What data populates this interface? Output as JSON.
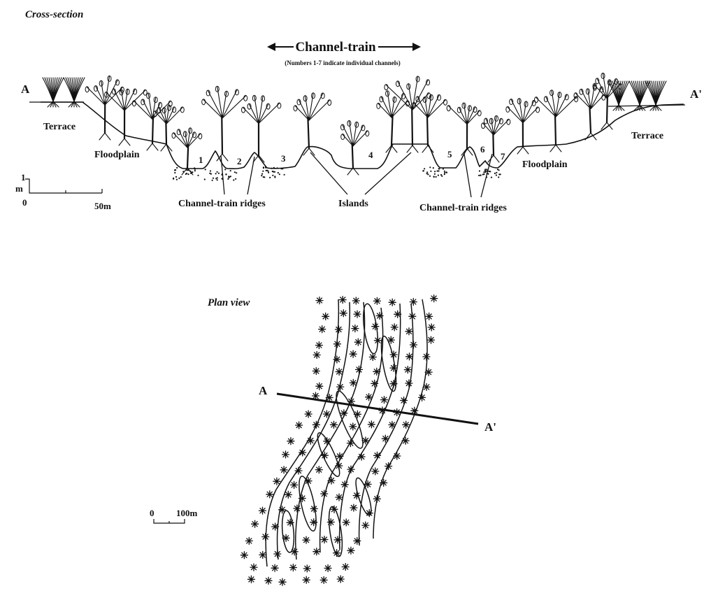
{
  "cross_section": {
    "title": "Cross-section",
    "channel_train_label": "Channel-train",
    "note": "(Numbers 1-7 indicate individual channels)",
    "end_a": "A",
    "end_a_prime": "A'",
    "terrace_left": "Terrace",
    "terrace_right": "Terrace",
    "floodplain_left": "Floodplain",
    "floodplain_right": "Floodplain",
    "channel_numbers": [
      "1",
      "2",
      "3",
      "4",
      "5",
      "6",
      "7"
    ],
    "ridges_left": "Channel-train ridges",
    "islands": "Islands",
    "ridges_right": "Channel-train ridges",
    "scale": {
      "vertical_value": "1",
      "vertical_unit": "m",
      "zero": "0",
      "horizontal": "50m"
    }
  },
  "plan_view": {
    "title": "Plan view",
    "end_a": "A",
    "end_a_prime": "A'",
    "scale": {
      "zero": "0",
      "length": "100m"
    }
  },
  "icons": [
    "deciduous-tree-icon",
    "grass-tuft-icon",
    "tree-star-symbol-icon"
  ]
}
